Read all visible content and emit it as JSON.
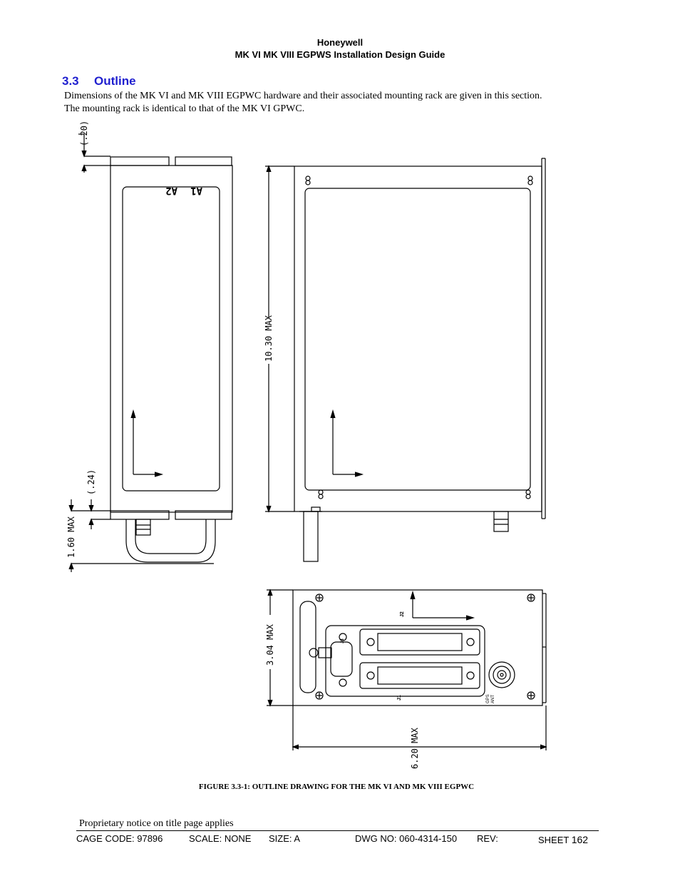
{
  "header": {
    "company": "Honeywell",
    "doc_title": "MK VI  MK VIII EGPWS Installation Design Guide"
  },
  "section": {
    "number": "3.3",
    "title": "Outline"
  },
  "body": {
    "line1": "Dimensions of the MK VI and MK VIII EGPWC hardware and their associated mounting rack are given in this section.",
    "line2": "The mounting rack is identical to that of the MK VI GPWC."
  },
  "drawing": {
    "dim_top_gap": "(.20)",
    "dim_bottom_gap": "(.24)",
    "dim_width": "1.60 MAX",
    "dim_length": "10.30 MAX",
    "dim_height": "3.04 MAX",
    "dim_depth": "6.20 MAX",
    "label_a1": "A1",
    "label_a2": "A2",
    "label_j1": "J1",
    "label_j2": "J2",
    "label_j3": "J3",
    "label_gps": "GPS",
    "label_ant": "ANT"
  },
  "figure_caption": "FIGURE 3.3-1: OUTLINE DRAWING FOR THE MK VI AND MK VIII EGPWC",
  "footer": {
    "proprietary": "Proprietary notice on title page applies",
    "cage_code": "CAGE CODE: 97896",
    "scale": "SCALE: NONE",
    "size": "SIZE: A",
    "dwg_no": "DWG NO: 060-4314-150",
    "rev": "REV:",
    "sheet_label": "SHEET",
    "sheet_number": "162"
  }
}
